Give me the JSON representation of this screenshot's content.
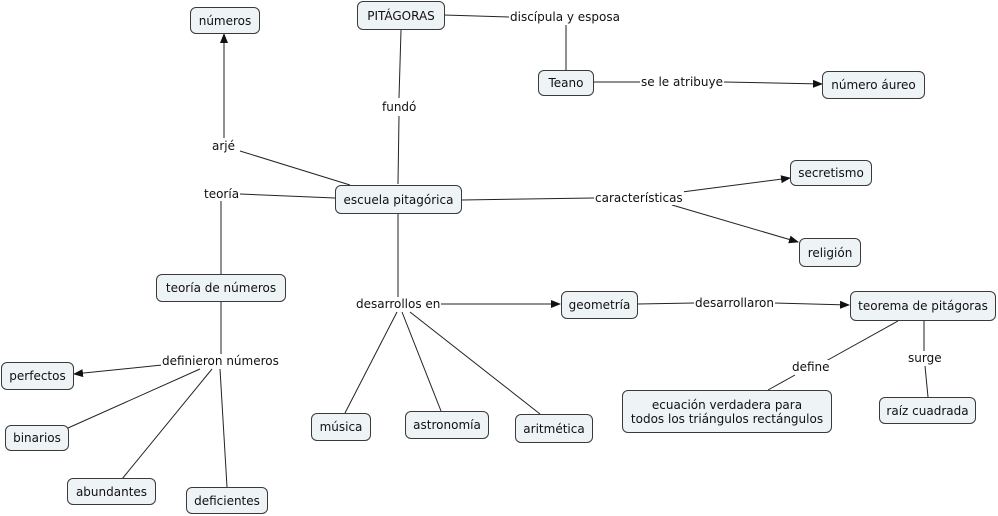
{
  "nodes": {
    "numeros": "números",
    "pitagoras": "PITÁGORAS",
    "teano": "Teano",
    "numero_aureo": "número áureo",
    "escuela": "escuela pitagórica",
    "secretismo": "secretismo",
    "religion": "religión",
    "teoria_numeros": "teoría de números",
    "geometria": "geometría",
    "teorema": "teorema de pitágoras",
    "perfectos": "perfectos",
    "binarios": "binarios",
    "abundantes": "abundantes",
    "deficientes": "deficientes",
    "musica": "música",
    "astronomia": "astronomía",
    "aritmetica": "aritmética",
    "ecuacion_line1": "ecuación verdadera para",
    "ecuacion_line2": "todos los triángulos rectángulos",
    "raiz": "raíz cuadrada"
  },
  "links": {
    "discipula": "discípula y esposa",
    "atribuye": "se le atribuye",
    "fundo": "fundó",
    "arje": "arjé",
    "teoria": "teoría",
    "caracteristicas": "características",
    "desarrollos": "desarrollos en",
    "desarrollaron": "desarrollaron",
    "definieron": "definieron números",
    "define": "define",
    "surge": "surge"
  }
}
